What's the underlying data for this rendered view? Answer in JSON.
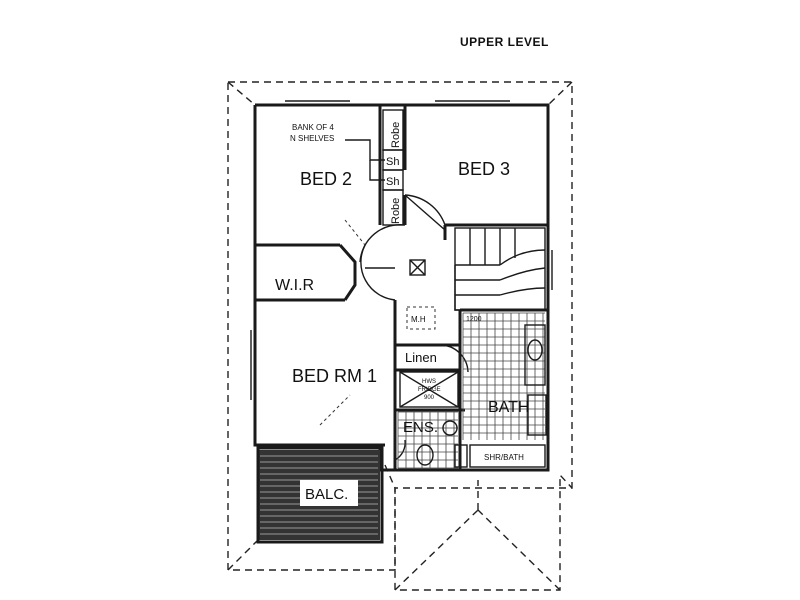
{
  "title": "UPPER LEVEL",
  "rooms": {
    "bed2": "BED 2",
    "bed3": "BED 3",
    "bed1": "BED RM 1",
    "wir": "W.I.R",
    "linen": "Linen",
    "bath": "BATH",
    "ens": "ENS.",
    "balc": "BALC."
  },
  "fixtures": {
    "robe_top": "Robe",
    "robe_bottom": "Robe",
    "sh1": "Sh",
    "sh2": "Sh",
    "shelves_note_1": "BANK OF 4",
    "shelves_note_2": "N SHELVES",
    "mh": "M.H",
    "hw_1": "HWS",
    "hw_2": "FRIDGE",
    "hw_3": "900",
    "shr_bath": "SHR/BATH",
    "dim": "1200"
  }
}
